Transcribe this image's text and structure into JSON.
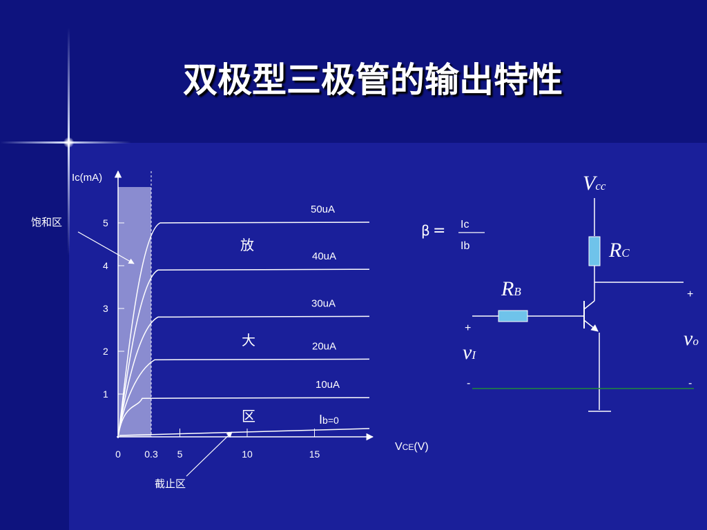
{
  "slide": {
    "title": "双极型三极管的输出特性"
  },
  "colors": {
    "background": "#1a1f9a",
    "band": "#0e137e",
    "saturation_region": "#8a8cd0",
    "curve": "#ffffff",
    "resistor": "#6fc3ea",
    "ground_line": "#1f8a3a"
  },
  "chart_data": {
    "type": "line",
    "ylabel": "Ic(mA)",
    "xlabel_prefix": "V",
    "xlabel_sub": "CE",
    "xlabel_unit": "(V)",
    "x_ticks": [
      "0",
      "0.3",
      "5",
      "10",
      "15"
    ],
    "y_ticks": [
      "1",
      "2",
      "3",
      "4",
      "5"
    ],
    "xlim": [
      0,
      20
    ],
    "ylim": [
      0,
      6
    ],
    "saturation_vce": 0.3,
    "series": [
      {
        "name": "50uA",
        "ic": 5.0
      },
      {
        "name": "40uA",
        "ic": 3.9
      },
      {
        "name": "30uA",
        "ic": 2.8
      },
      {
        "name": "20uA",
        "ic": 1.8
      },
      {
        "name": "10uA",
        "ic": 0.9
      }
    ],
    "cutoff": {
      "prefix": "I",
      "sub": "b",
      "suffix": "=0"
    },
    "region_labels": {
      "saturation": "饱和区",
      "active_1": "放",
      "active_2": "大",
      "active_3": "区",
      "cutoff": "截止区"
    }
  },
  "formula": {
    "lhs": "β",
    "eq": "=",
    "numerator": "Ic",
    "denominator": "Ib"
  },
  "circuit": {
    "vcc_main": "V",
    "vcc_sub": "cc",
    "rc_main": "R",
    "rc_sub": "C",
    "rb_main": "R",
    "rb_sub": "B",
    "vi_main": "v",
    "vi_sub": "I",
    "vo_main": "v",
    "vo_sub": "o",
    "plus": "+",
    "minus": "-"
  }
}
